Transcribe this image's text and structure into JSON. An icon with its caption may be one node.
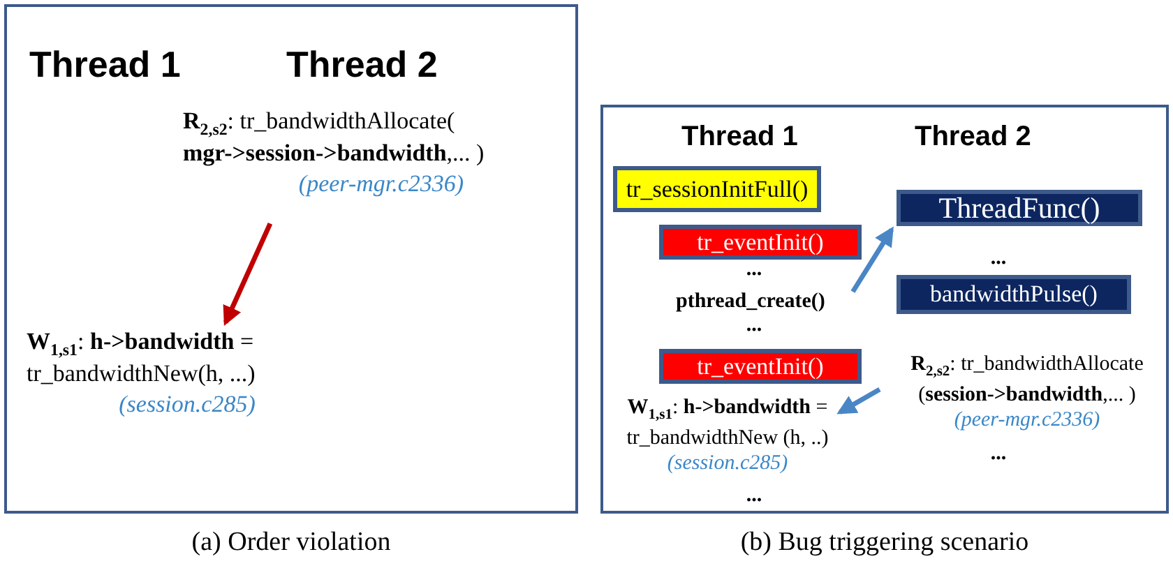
{
  "diagram": {
    "nodes": [
      {
        "text": [
          "Thread 1",
          "Thread 2"
        ],
        "beside": [
          "(a) Order violation"
        ]
      },
      {
        "text": [
          "**R**$_{2,s2}$: tr_bandwidthAllocate( **mgr->session->bandwidth**,... )",
          "(peer-mgr.c2336)"
        ],
        "in": 0
      },
      {
        "text": [
          "**W**$_{1,s1}$: **h->bandwidth** = tr_bandwidthNew(h, ...)",
          "(session.c285)"
        ],
        "in": 0
      },
      {
        "text": [
          "Thread 1",
          "Thread 2"
        ],
        "beside": [
          "(b) Bug triggering scenario"
        ]
      },
      {
        "text": [
          "tr_sessionInitFull()"
        ],
        "in": 3
      },
      {
        "text": [
          "tr_eventInit()"
        ],
        "in": 3
      },
      {
        "text": [
          "ThreadFunc()"
        ],
        "in": 3
      },
      {
        "text": [
          "pthread_create()"
        ],
        "in": 3
      },
      {
        "text": [
          "bandwidthPulse()"
        ],
        "in": 3
      },
      {
        "text": [
          "tr_eventInit()"
        ],
        "in": 3
      },
      {
        "text": [
          "**R**$_{2,s2}$:  tr_bandwidthAllocate (**session->bandwidth**,... )",
          "(peer-mgr.c2336)"
        ],
        "in": 3
      },
      {
        "text": [
          "**W**$_{1,s1}$:   **h->bandwidth** = tr_bandwidthNew (h, ..)",
          "(session.c285)"
        ],
        "in": 3
      }
    ],
    "edges": [
      {
        "from": 1,
        "to": 2,
        "arrow": "to",
        "color": "#c00000"
      },
      {
        "from": 7,
        "to": 6,
        "arrow": "to"
      },
      {
        "from": 10,
        "to": 11,
        "arrow": "to"
      }
    ],
    "labels": [
      "...",
      "...",
      "...",
      "...",
      "..."
    ]
  }
}
